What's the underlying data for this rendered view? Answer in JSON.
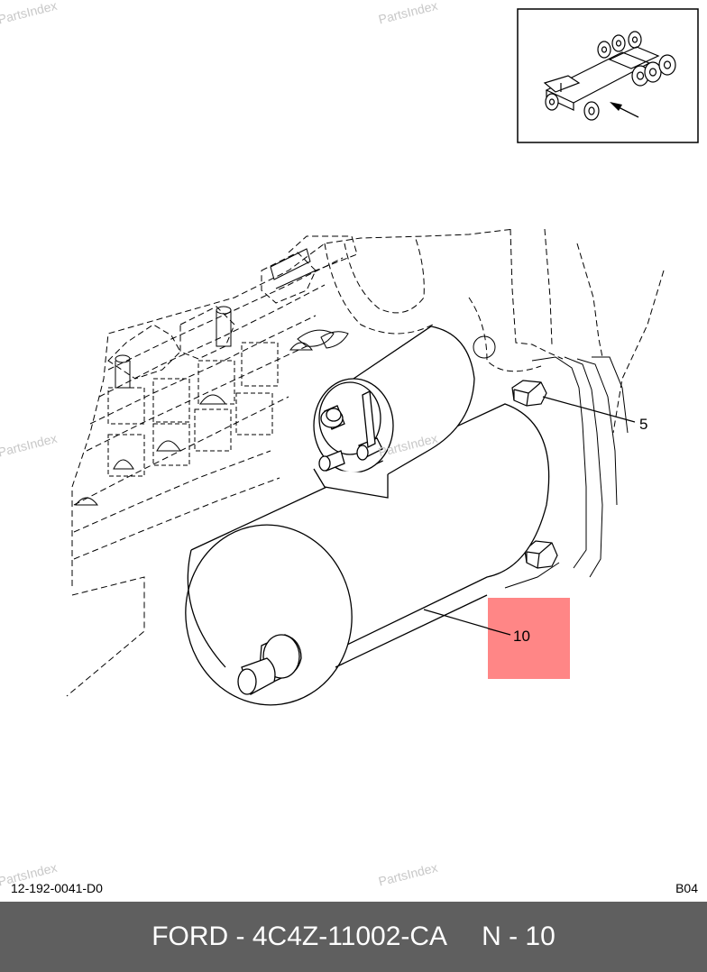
{
  "watermarks": [
    "PartsIndex",
    "PartsIndex",
    "PartsIndex",
    "PartsIndex",
    "PartsIndex",
    "PartsIndex"
  ],
  "callouts": {
    "bolt": "5",
    "starter": "10"
  },
  "highlight_color": "#ff8080",
  "footer_bg": "#5f5f5f",
  "drawing_code": "12-192-0041-D0",
  "sheet_code": "B04",
  "footer": {
    "part_number": "FORD - 4C4Z-11002-CA",
    "position": "N - 10"
  },
  "icons": {
    "locator": "truck-chassis-locator-icon",
    "arrow": "locator-arrow-icon"
  }
}
